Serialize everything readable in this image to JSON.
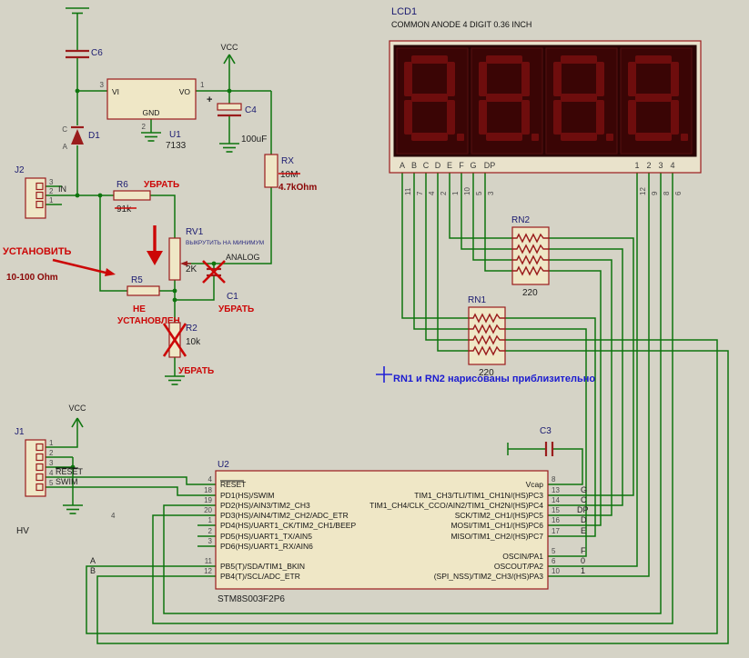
{
  "colors": {
    "background": "#d5d3c6",
    "wire": "#0e750e",
    "part_outline": "#9a1c1c",
    "part_fill": "#efe7c6",
    "annotation_red": "#cc0707",
    "annotation_dark_red": "#8a0404",
    "annotation_blue": "#1b1bd0",
    "lcd_background": "#2c0303",
    "lcd_segment": "#6e0d0d"
  },
  "power": {
    "vcc_top": "VCC",
    "vcc_j1": "VCC"
  },
  "c6": {
    "ref": "C6"
  },
  "u1": {
    "ref": "U1",
    "value": "7133",
    "pin_vi": "VI",
    "pin_vo": "VO",
    "pin_gnd": "GND",
    "num_vi": "3",
    "num_vo": "1",
    "num_gnd": "2"
  },
  "c4": {
    "ref": "C4",
    "value": "100uF",
    "plus": "+"
  },
  "d1": {
    "ref": "D1",
    "mark_c": "C",
    "mark_a": "A"
  },
  "rx": {
    "ref": "RX",
    "value_old": "10M",
    "value_new": "4.7kOhm"
  },
  "j2": {
    "ref": "J2",
    "pin_numbers": [
      "3",
      "2",
      "1"
    ],
    "net_in": "IN"
  },
  "analog": {
    "r6_ref": "R6",
    "r6_value": "91k",
    "r6_note": "УБРАТЬ",
    "install_note": "УСТАНОВИТЬ",
    "install_value": "10-100 Ohm",
    "r5_ref": "R5",
    "r5_note1": "НЕ",
    "r5_note2": "УСТАНОВЛЕН",
    "rv1_ref": "RV1",
    "rv1_value": "2K",
    "rv1_note": "ВЫКРУТИТЬ НА МИНИМУМ",
    "c1_ref": "C1",
    "c1_note": "УБРАТЬ",
    "r2_ref": "R2",
    "r2_value": "10k",
    "r2_note": "УБРАТЬ",
    "net_analog": "ANALOG"
  },
  "j1": {
    "ref": "J1",
    "pin_numbers": [
      "1",
      "2",
      "3",
      "4",
      "5"
    ],
    "net_reset": "RESET",
    "net_swim": "SWIM",
    "label": "HV",
    "stray_num": "4"
  },
  "lcd": {
    "ref": "LCD1",
    "subtitle": "COMMON ANODE 4 DIGIT 0.36 INCH",
    "segment_labels": [
      "A",
      "B",
      "C",
      "D",
      "E",
      "F",
      "G",
      "DP"
    ],
    "digit_labels": [
      "1",
      "2",
      "3",
      "4"
    ],
    "segment_pins": [
      "11",
      "7",
      "4",
      "2",
      "1",
      "10",
      "5",
      "3"
    ],
    "digit_pins": [
      "12",
      "9",
      "8",
      "6"
    ]
  },
  "rn1": {
    "ref": "RN1",
    "value": "220"
  },
  "rn2": {
    "ref": "RN2",
    "value": "220"
  },
  "c3": {
    "ref": "C3"
  },
  "note_blue": "RN1 и RN2 нарисованы приблизительно",
  "u2": {
    "ref": "U2",
    "part": "STM8S003F2P6",
    "left_pins": [
      {
        "num": "4",
        "name": "RESET"
      },
      {
        "num": "18",
        "name": "PD1(HS)/SWIM"
      },
      {
        "num": "19",
        "name": "PD2(HS)/AIN3/TIM2_CH3"
      },
      {
        "num": "20",
        "name": "PD3(HS)/AIN4/TIM2_CH2/ADC_ETR"
      },
      {
        "num": "1",
        "name": "PD4(HS)/UART1_CK/TIM2_CH1/BEEP"
      },
      {
        "num": "2",
        "name": "PD5(HS)/UART1_TX/AIN5"
      },
      {
        "num": "3",
        "name": "PD6(HS)/UART1_RX/AIN6"
      },
      {
        "num": "11",
        "name": "PB5(T)/SDA/TIM1_BKIN",
        "net": "A"
      },
      {
        "num": "12",
        "name": "PB4(T)/SCL/ADC_ETR",
        "net": "B"
      }
    ],
    "right_pins": [
      {
        "num": "8",
        "name": "Vcap",
        "net": ""
      },
      {
        "num": "13",
        "name": "TIM1_CH3/TLI/TIM1_CH1N/(HS)PC3",
        "net": "G"
      },
      {
        "num": "14",
        "name": "TIM1_CH4/CLK_CCO/AIN2/TIM1_CH2N/(HS)PC4",
        "net": "C"
      },
      {
        "num": "15",
        "name": "SCK/TIM2_CH1/(HS)PC5",
        "net": "DP"
      },
      {
        "num": "16",
        "name": "MOSI/TIM1_CH1/(HS)PC6",
        "net": "D"
      },
      {
        "num": "17",
        "name": "MISO/TIM1_CH2/(HS)PC7",
        "net": "E"
      },
      {
        "num": "5",
        "name": "OSCIN/PA1",
        "net": "F"
      },
      {
        "num": "6",
        "name": "OSCOUT/PA2",
        "net": "0"
      },
      {
        "num": "10",
        "name": "(SPI_NSS)/TIM2_CH3/(HS)PA3",
        "net": "1"
      }
    ]
  }
}
